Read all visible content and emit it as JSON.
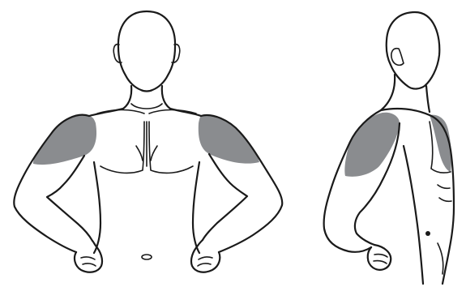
{
  "colors": {
    "background": "#ffffff",
    "outline": "#1a1a1a",
    "highlight": "#8a8c8f"
  },
  "figures": [
    {
      "view": "front",
      "highlighted_regions": [
        "left-shoulder",
        "right-shoulder"
      ]
    },
    {
      "view": "side",
      "highlighted_regions": [
        "shoulder",
        "back-shoulder"
      ]
    }
  ]
}
